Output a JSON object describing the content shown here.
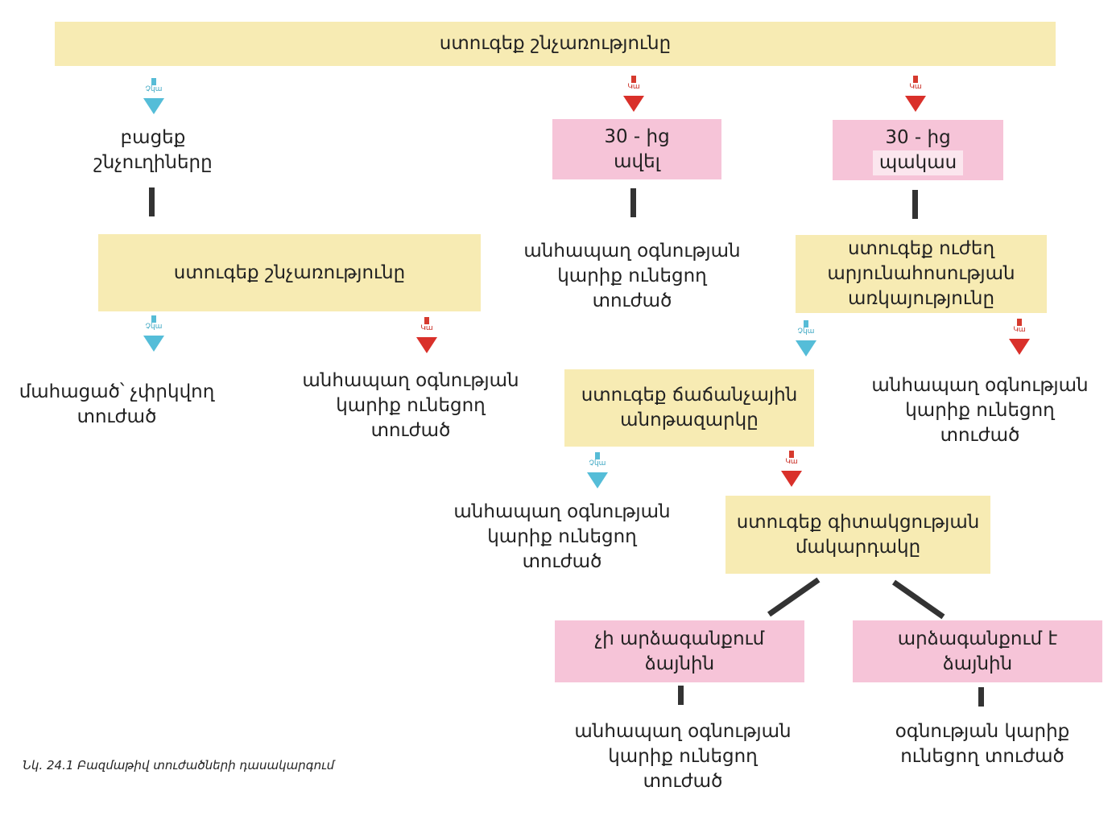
{
  "labels": {
    "no": "Չկա",
    "yes": "Կա"
  },
  "nodes": {
    "check_breathing_top": "ստուգեք շնչառությունը",
    "open_airways": "բացեք շնչուղիները",
    "over_30": "30 - ից ավել",
    "under_30_a": "30 - ից",
    "under_30_b": "պակաս",
    "check_breathing_2": "ստուգեք շնչառությունը",
    "urgent_1": "անհապաղ օգնության կարիք ունեցող տուժած",
    "check_bleeding": "ստուգեք ուժեղ արյունահոսության առկայությունը",
    "dead": "մահացած՝ չփրկվող տուժած",
    "urgent_2": "անհապաղ օգնության կարիք ունեցող տուժած",
    "check_pulse": "ստուգեք ճաճանչային անոթազարկը",
    "urgent_3": "անհապաղ օգնության կարիք ունեցող տուժած",
    "urgent_4": "անհապաղ օգնության կարիք ունեցող տուժած",
    "check_consciousness": "ստուգեք գիտակցության մակարդակը",
    "no_response": "չի արձագանքում ձայնին",
    "responds": "արձագանքում է ձայնին",
    "urgent_5": "անհապաղ օգնության կարիք ունեցող տուժած",
    "needs_help": "օգնության կարիք ունեցող տուժած"
  },
  "caption": "Նկ. 24.1  Բազմաթիվ տուժածների դասակարգում"
}
